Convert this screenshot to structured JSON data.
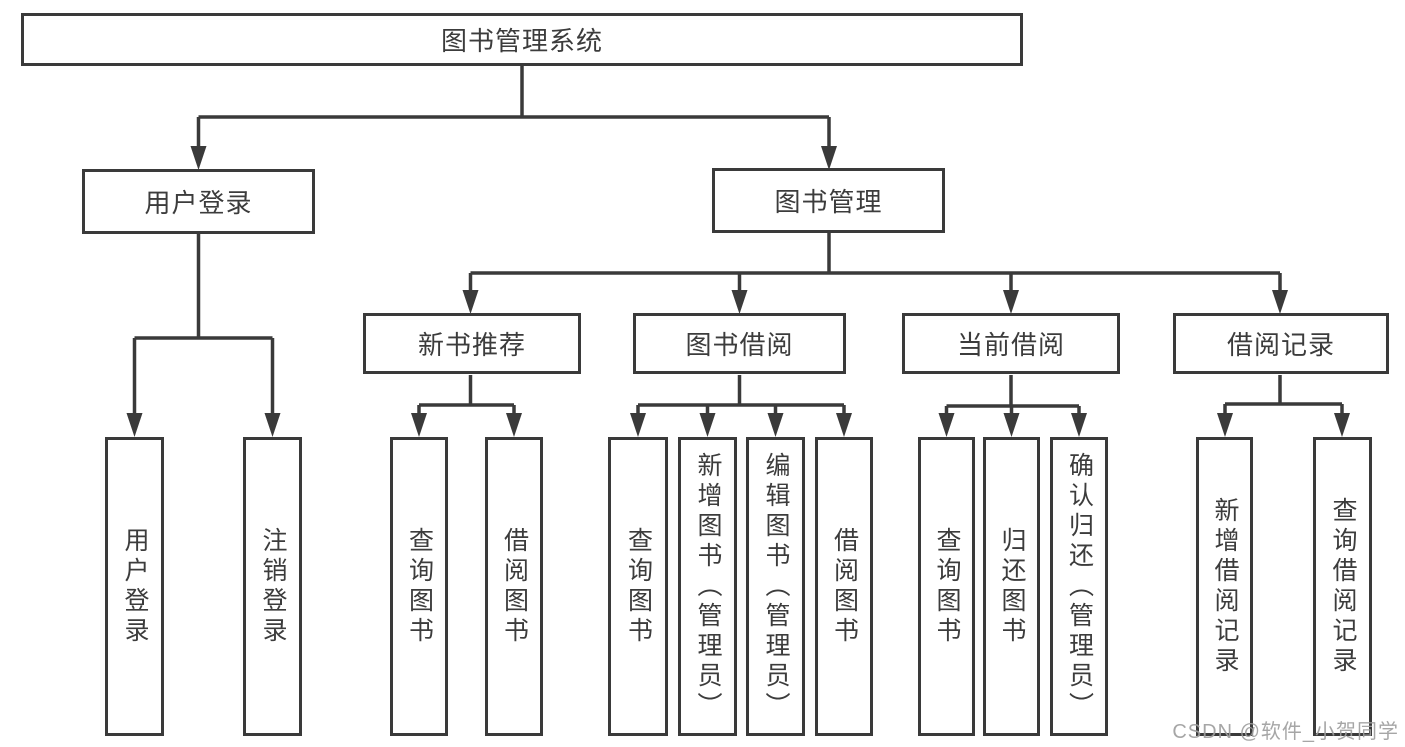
{
  "diagram": {
    "root": {
      "label": "图书管理系统"
    },
    "level2": [
      {
        "id": "user-login",
        "label": "用户登录",
        "children": [
          {
            "label": "用户登录"
          },
          {
            "label": "注销登录"
          }
        ]
      },
      {
        "id": "book-management",
        "label": "图书管理",
        "children": [
          {
            "id": "new-book-recommendation",
            "label": "新书推荐",
            "children": [
              {
                "label": "查询图书"
              },
              {
                "label": "借阅图书"
              }
            ]
          },
          {
            "id": "book-borrowing",
            "label": "图书借阅",
            "children": [
              {
                "label": "查询图书"
              },
              {
                "label": "新增图书（管理员）"
              },
              {
                "label": "编辑图书（管理员）"
              },
              {
                "label": "借阅图书"
              }
            ]
          },
          {
            "id": "current-borrowing",
            "label": "当前借阅",
            "children": [
              {
                "label": "查询图书"
              },
              {
                "label": "归还图书"
              },
              {
                "label": "确认归还（管理员）"
              }
            ]
          },
          {
            "id": "borrowing-records",
            "label": "借阅记录",
            "children": [
              {
                "label": "新增借阅记录"
              },
              {
                "label": "查询借阅记录"
              }
            ]
          }
        ]
      }
    ]
  },
  "watermark": {
    "text": "CSDN @软件_小贺同学"
  },
  "colors": {
    "line": "#3a3a3a",
    "text": "#3c3c3c",
    "background": "#ffffff",
    "watermark": "#9e9e9e"
  }
}
